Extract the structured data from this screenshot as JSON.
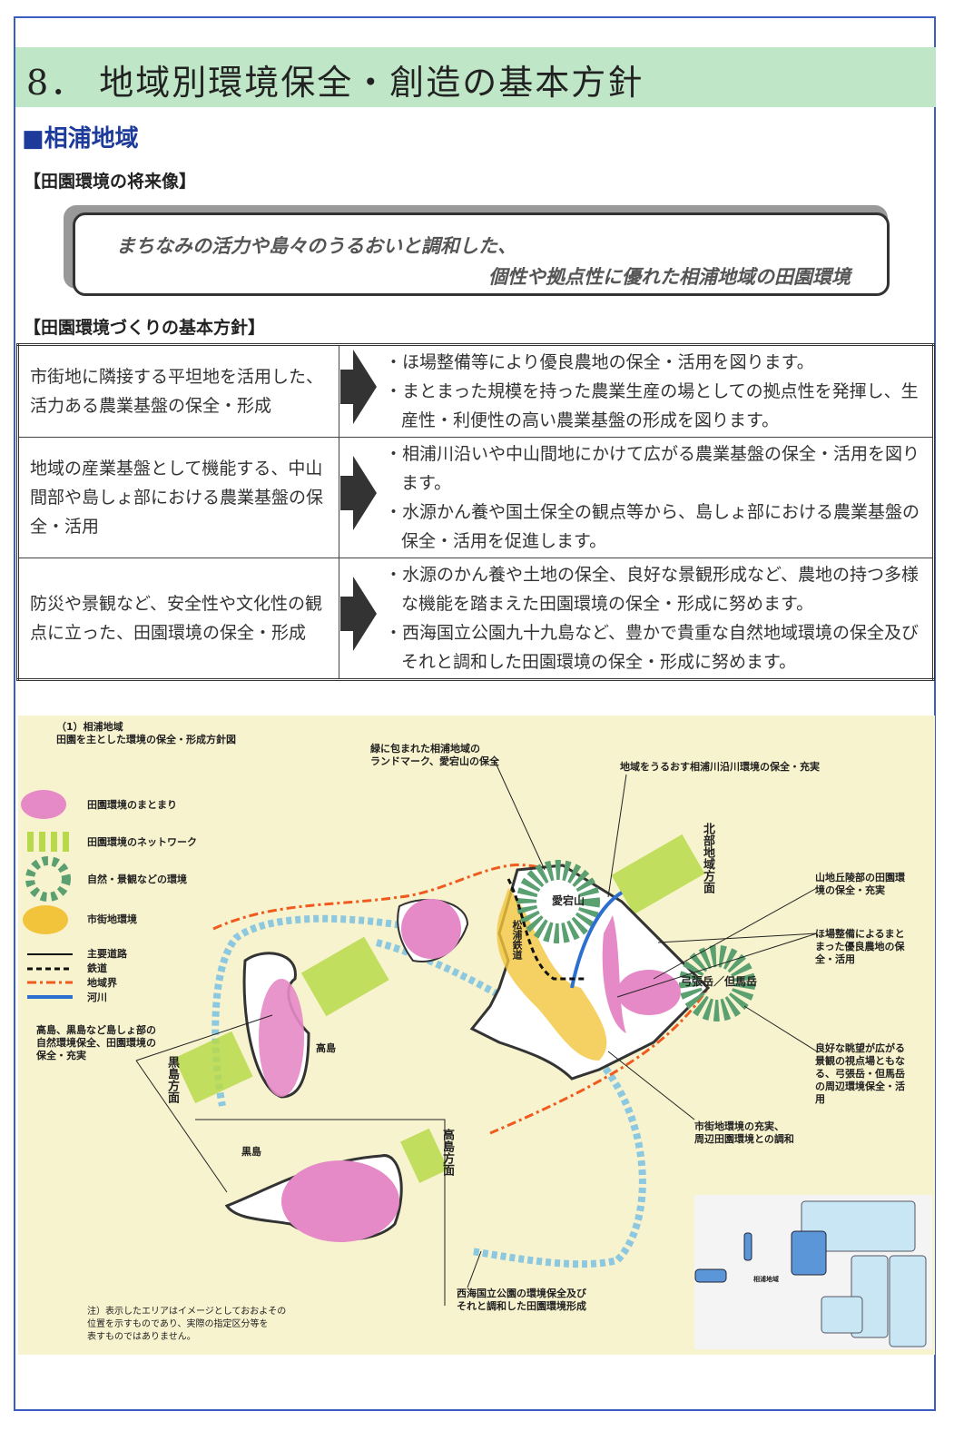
{
  "header": {
    "title": "8． 地域別環境保全・創造の基本方針"
  },
  "section": {
    "title": "■相浦地域"
  },
  "vision": {
    "heading": "【田園環境の将来像】",
    "line1": "まちなみの活力や島々のうるおいと調和した、",
    "line2": "個性や拠点性に優れた相浦地域の田園環境"
  },
  "policy": {
    "heading": "【田園環境づくりの基本方針】",
    "rows": [
      {
        "left": "市街地に隣接する平坦地を活用した、活力ある農業基盤の保全・形成",
        "bullets": [
          "・ほ場整備等により優良農地の保全・活用を図ります。",
          "・まとまった規模を持った農業生産の場としての拠点性を発揮し、生産性・利便性の高い農業基盤の形成を図ります。"
        ]
      },
      {
        "left": "地域の産業基盤として機能する、中山間部や島しょ部における農業基盤の保全・活用",
        "bullets": [
          "・相浦川沿いや中山間地にかけて広がる農業基盤の保全・活用を図ります。",
          "・水源かん養や国土保全の観点等から、島しょ部における農業基盤の保全・活用を促進します。"
        ]
      },
      {
        "left": "防災や景観など、安全性や文化性の観点に立った、田園環境の保全・形成",
        "bullets": [
          "・水源のかん養や土地の保全、良好な景観形成など、農地の持つ多様な機能を踏まえた田園環境の保全・形成に努めます。",
          "・西海国立公園九十九島など、豊かで貴重な自然地域環境の保全及びそれと調和した田園環境の保全・形成に努めます。"
        ]
      }
    ]
  },
  "map": {
    "title": "（1）相浦地域\n田園を主とした環境の保全・形成方針図",
    "legend": [
      "田園環境のまとまり",
      "田園環境のネットワーク",
      "自然・景観などの環境",
      "市街地環境",
      "主要道路",
      "鉄道",
      "地域界",
      "河川"
    ],
    "labels": {
      "atago_note": "緑に包まれた相浦地域の\nランドマーク、愛宕山の保全",
      "river_note": "地域をうるおす相浦川沿川環境の保全・充実",
      "hokubu": "北部地域方面",
      "hill_note": "山地丘陵部の田園環\n境の保全・充実",
      "farm_note": "ほ場整備によるまと\nまった優良農地の保\n全・活用",
      "view_note": "良好な眺望が広がる\n景観の視点場ともな\nる、弓張岳・但馬岳\nの周辺環境保全・活\n用",
      "urban_note": "市街地環境の充実、\n周辺田園環境との調和",
      "island_note": "高島、黒島など島しょ部の\n自然環境保全、田園環境の\n保全・充実",
      "park_note": "西海国立公園の環境保全及び\nそれと調和した田園環境形成",
      "atago": "愛宕山",
      "yumihari": "弓張岳／但馬岳",
      "rail": "松浦鉄道",
      "takashima": "高島",
      "kuroshima": "黒島",
      "kuroshima_dir": "黒島方面",
      "takashima_dir": "高島方面",
      "inset": "相浦地域",
      "footnote": "注）表示したエリアはイメージとしておおよその\n位置を示すものであり、実際の指定区分等を\n表すものではありません。"
    }
  }
}
